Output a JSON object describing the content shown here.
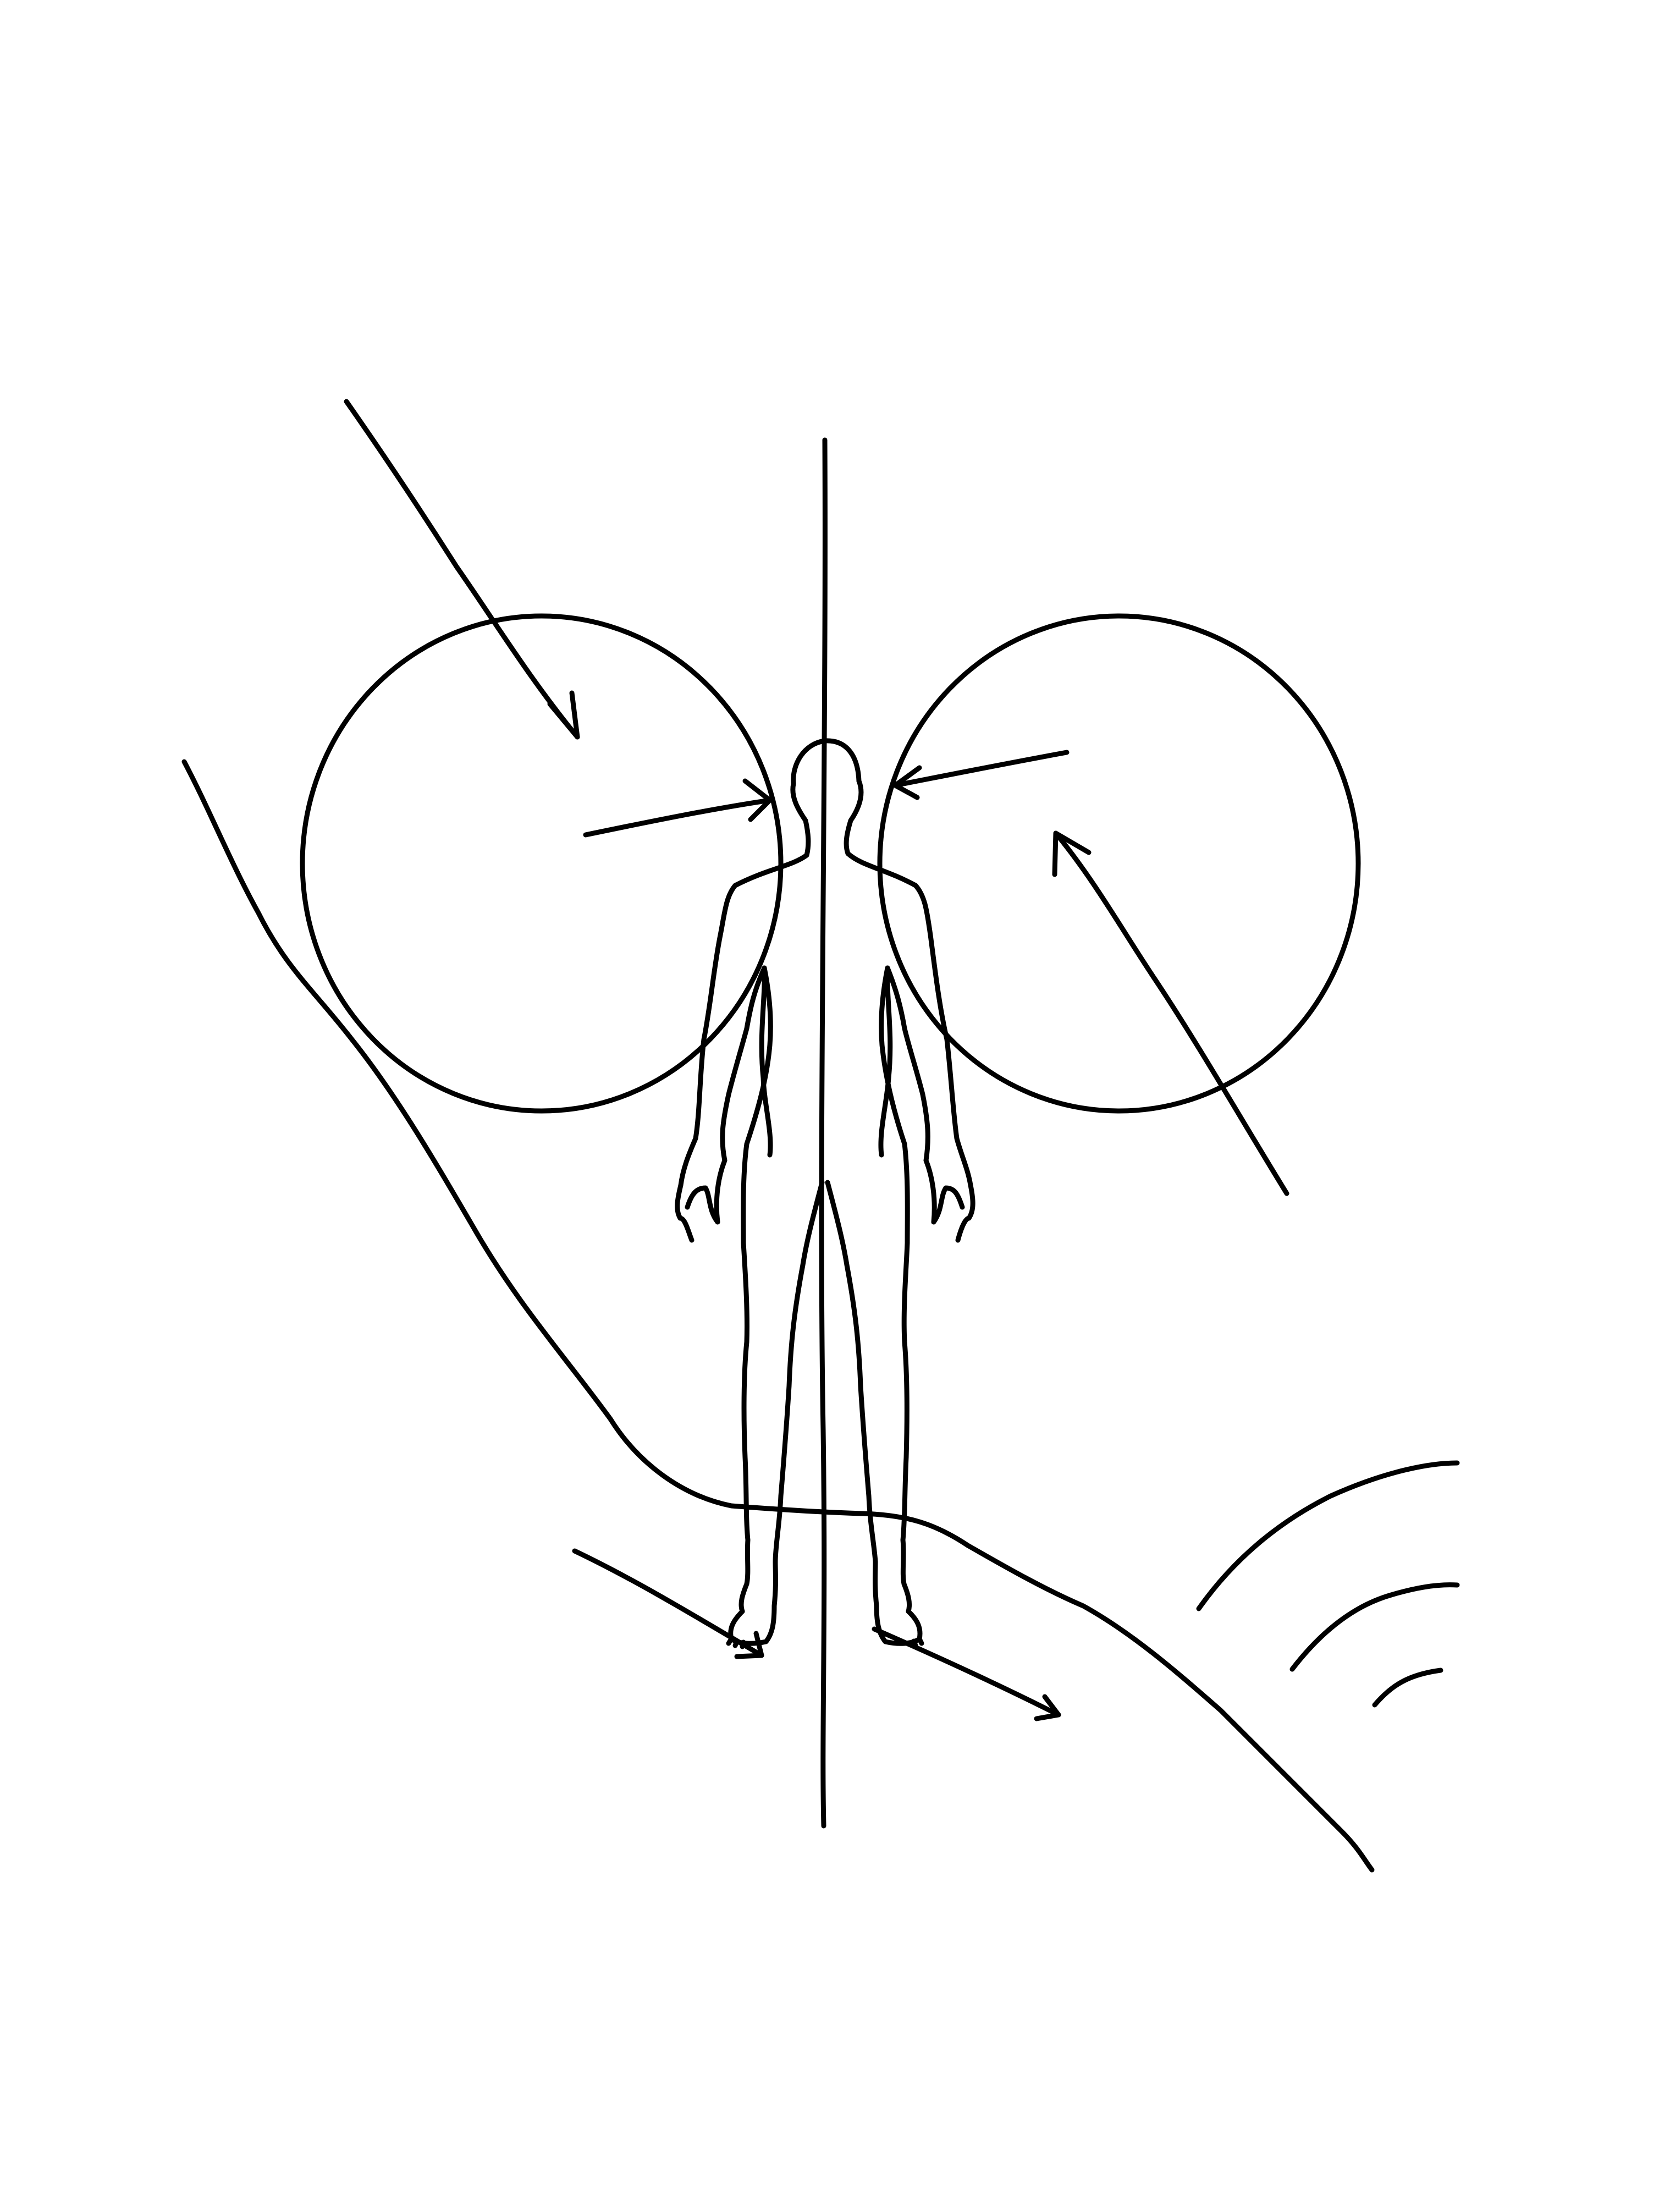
{
  "drawing": {
    "style": "hand-drawn black line art on white",
    "ink_color": "#000000",
    "background_color": "#ffffff",
    "elements": [
      "human-figure",
      "vertical-axis-line",
      "left-circle",
      "right-circle",
      "diagonal-arrow-top-left",
      "inward-arrow-left",
      "inward-arrow-right",
      "diagonal-arrow-bottom-right",
      "ground-curve",
      "bottom-arrow-left",
      "bottom-arrow-right",
      "concentric-arcs"
    ]
  }
}
